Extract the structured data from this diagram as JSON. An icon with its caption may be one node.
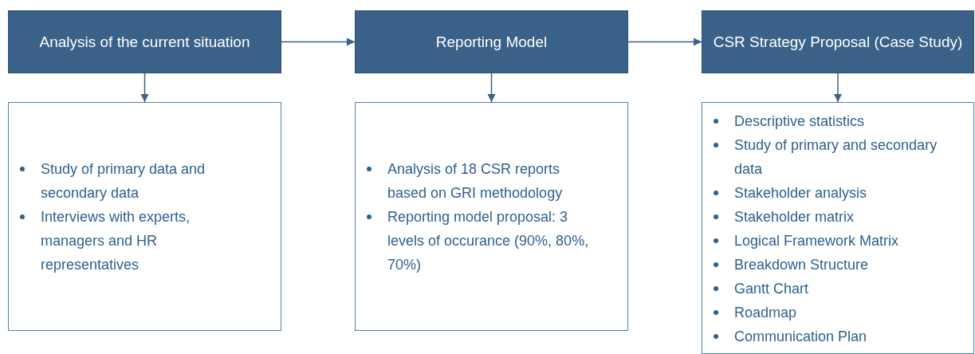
{
  "diagram": {
    "nodes": [
      {
        "text": [
          "Analysis of the current situation"
        ]
      },
      {
        "text": [
          "Reporting Model"
        ]
      },
      {
        "text": [
          "CSR Strategy Proposal (Case Study)"
        ]
      },
      {
        "text": [
          "Study of primary data and secondary data",
          "Interviews with experts, managers and HR representatives"
        ]
      },
      {
        "text": [
          "Analysis of 18 CSR reports based on GRI methodology",
          "Reporting model proposal: 3 levels of occurance (90%, 80%, 70%)"
        ]
      },
      {
        "text": [
          "Descriptive statistics",
          "Study of primary and secondary data",
          "Stakeholder analysis",
          "Stakeholder matrix",
          "Logical Framework Matrix",
          "Breakdown Structure",
          "Gantt Chart",
          "Roadmap",
          "Communication Plan"
        ]
      }
    ],
    "edges": [
      {
        "from": 0,
        "to": 1,
        "arrow": "to"
      },
      {
        "from": 1,
        "to": 2,
        "arrow": "to"
      },
      {
        "from": 0,
        "to": 3,
        "arrow": "to"
      },
      {
        "from": 1,
        "to": 4,
        "arrow": "to"
      },
      {
        "from": 2,
        "to": 5,
        "arrow": "to"
      }
    ]
  }
}
